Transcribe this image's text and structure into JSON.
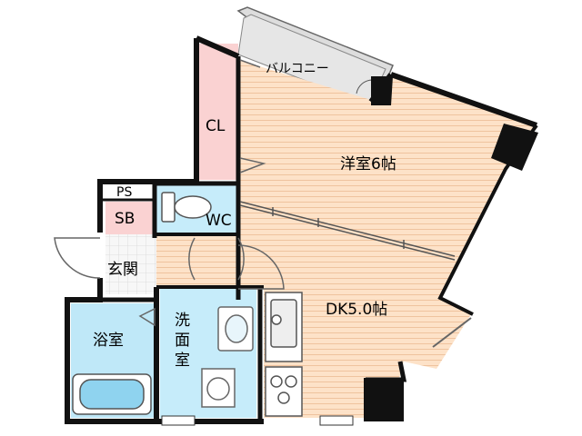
{
  "rooms": {
    "balcony": "バルコニー",
    "closet": "CL",
    "western_room": "洋室6帖",
    "pipe_space": "PS",
    "shoe_box": "SB",
    "toilet": "WC",
    "entrance": "玄関",
    "dining_kitchen": "DK5.0帖",
    "bathroom": "浴室",
    "washroom_line1": "洗",
    "washroom_line2": "面",
    "washroom_line3": "室"
  },
  "colors": {
    "floor_wood": "#fde2c8",
    "floor_stripe": "#f2c5a0",
    "wet_area": "#bfe8f8",
    "closet": "#fbd0d0",
    "wall": "#111111",
    "balcony": "#d6d6d6",
    "tile": "#f4f4f4"
  }
}
